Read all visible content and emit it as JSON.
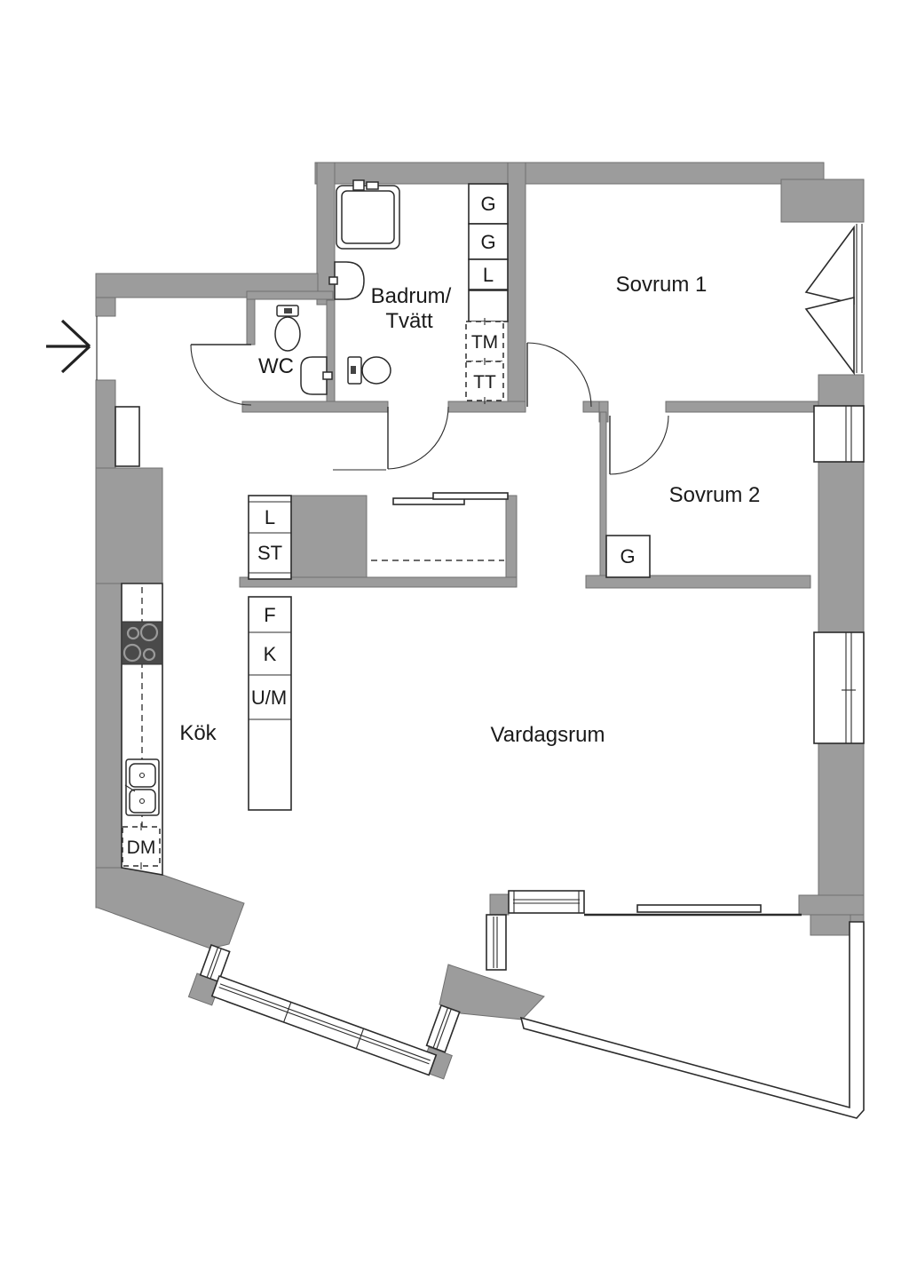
{
  "plan": {
    "rooms": {
      "bathroom_line1": "Badrum/",
      "bathroom_line2": "Tvätt",
      "wc": "WC",
      "bedroom1": "Sovrum 1",
      "bedroom2": "Sovrum 2",
      "kitchen": "Kök",
      "living_room": "Vardagsrum"
    },
    "closets": {
      "g1": "G",
      "g2": "G",
      "l1": "L",
      "hall_l": "L",
      "hall_st": "ST",
      "bedroom2_g": "G"
    },
    "appliances": {
      "tm": "TM",
      "tt": "TT",
      "f": "F",
      "k": "K",
      "um": "U/M",
      "dm": "DM"
    },
    "colors": {
      "wall": "#9c9c9c",
      "stove_dark": "#4a4a4a",
      "line": "#1a1a1a",
      "background": "#ffffff"
    }
  }
}
